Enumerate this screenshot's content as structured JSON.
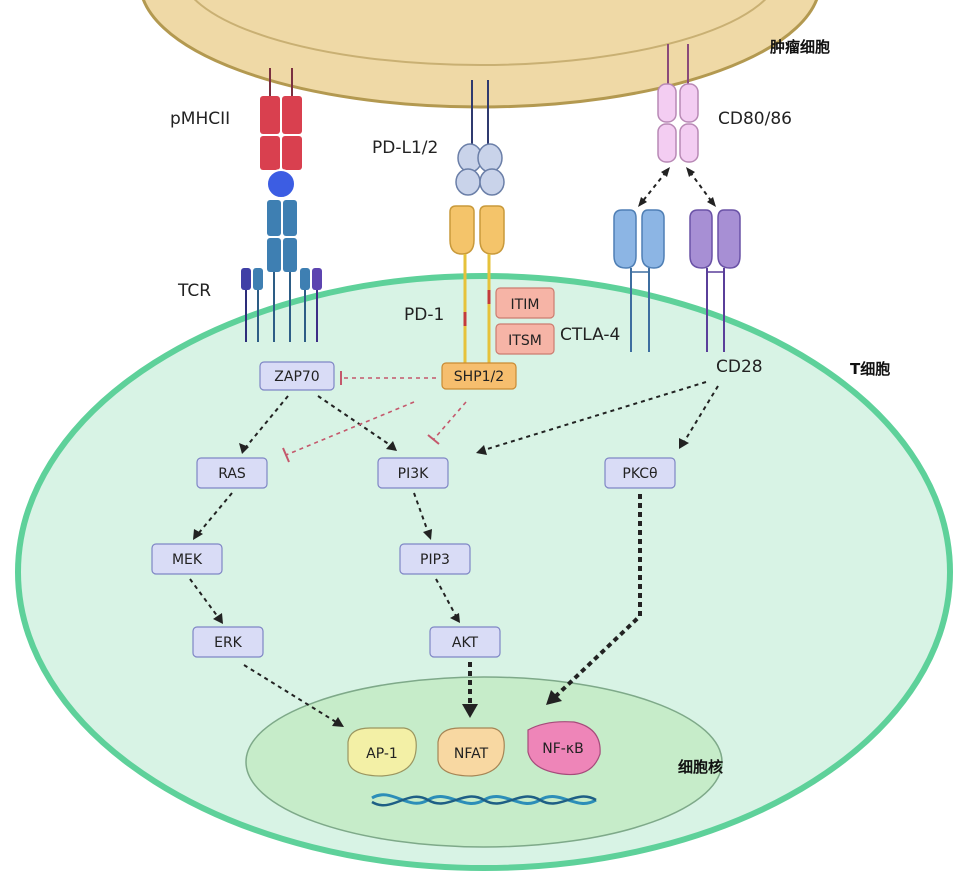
{
  "labels": {
    "tumor_cell": "肿瘤细胞",
    "t_cell": "T细胞",
    "nucleus": "细胞核",
    "pmhcii": "pMHCII",
    "pdl12": "PD-L1/2",
    "cd8086": "CD80/86",
    "tcr": "TCR",
    "pd1": "PD-1",
    "ctla4": "CTLA-4",
    "cd28": "CD28",
    "itim": "ITIM",
    "itsm": "ITSM"
  },
  "nodes": {
    "zap70": "ZAP70",
    "shp12": "SHP1/2",
    "ras": "RAS",
    "pi3k": "PI3K",
    "pkc": "PKCθ",
    "mek": "MEK",
    "pip3": "PIP3",
    "erk": "ERK",
    "akt": "AKT",
    "ap1": "AP-1",
    "nfat": "NFAT",
    "nfkb": "NF-κB"
  },
  "colors": {
    "tumor_fill": "#efd9a6",
    "cell_fill": "#d8f3e5",
    "cell_border": "#5ed19a",
    "nucleus_fill": "#c6ecc9",
    "node_fill": "#d9dcf6",
    "shp_fill": "#f6be6e",
    "inhibition": "#c4586c"
  }
}
